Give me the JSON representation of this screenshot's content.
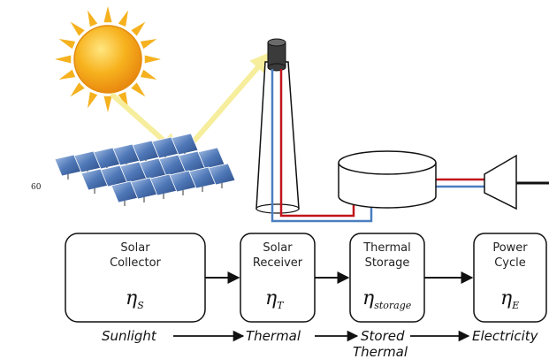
{
  "diagram": {
    "side_number": "60",
    "boxes": [
      {
        "id": "solar-collector",
        "line1": "Solar",
        "line2": "Collector",
        "eta": "η",
        "eta_sub": "S"
      },
      {
        "id": "solar-receiver",
        "line1": "Solar",
        "line2": "Receiver",
        "eta": "η",
        "eta_sub": "T"
      },
      {
        "id": "thermal-storage",
        "line1": "Thermal",
        "line2": "Storage",
        "eta": "η",
        "eta_sub": "storage"
      },
      {
        "id": "power-cycle",
        "line1": "Power",
        "line2": "Cycle",
        "eta": "η",
        "eta_sub": "E"
      }
    ],
    "flow_labels": {
      "sunlight": "Sunlight",
      "thermal": "Thermal",
      "stored_line1": "Stored",
      "stored_line2": "Thermal",
      "electricity": "Electricity"
    },
    "colors": {
      "hot_pipe": "#c0141a",
      "cold_pipe": "#4a7fc0",
      "sun_core": "#f7a51c",
      "sun_rays": "#f5b11e",
      "light_beam": "#f6ee9c",
      "mirror": "#4f78b8"
    }
  }
}
